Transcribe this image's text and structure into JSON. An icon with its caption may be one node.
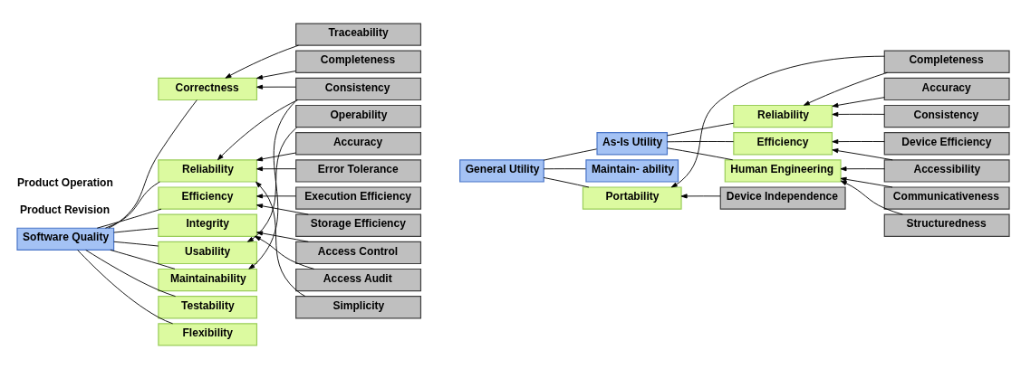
{
  "diagram": {
    "nodes": [
      {
        "text": [
          "Software Quality"
        ]
      },
      {
        "text": [
          "Correctness"
        ]
      },
      {
        "text": [
          "Reliability"
        ]
      },
      {
        "text": [
          "Efficiency"
        ]
      },
      {
        "text": [
          "Integrity"
        ]
      },
      {
        "text": [
          "Usability"
        ]
      },
      {
        "text": [
          "Maintainability"
        ]
      },
      {
        "text": [
          "Testability"
        ]
      },
      {
        "text": [
          "Flexibility"
        ]
      },
      {
        "text": [
          "Traceability"
        ]
      },
      {
        "text": [
          "Completeness"
        ]
      },
      {
        "text": [
          "Consistency"
        ]
      },
      {
        "text": [
          "Operability"
        ]
      },
      {
        "text": [
          "Accuracy"
        ]
      },
      {
        "text": [
          "Error Tolerance"
        ]
      },
      {
        "text": [
          "Execution Efficiency"
        ]
      },
      {
        "text": [
          "Storage Efficiency"
        ]
      },
      {
        "text": [
          "Access Control"
        ]
      },
      {
        "text": [
          "Access Audit"
        ]
      },
      {
        "text": [
          "Simplicity"
        ]
      },
      {
        "text": [
          "General Utility"
        ]
      },
      {
        "text": [
          "As-Is Utility"
        ]
      },
      {
        "text": [
          "Maintain- ability"
        ]
      },
      {
        "text": [
          "Portability"
        ]
      },
      {
        "text": [
          "Reliability"
        ]
      },
      {
        "text": [
          "Efficiency"
        ]
      },
      {
        "text": [
          "Human Engineering"
        ]
      },
      {
        "text": [
          "Device Independence"
        ]
      },
      {
        "text": [
          "Completeness"
        ]
      },
      {
        "text": [
          "Accuracy"
        ]
      },
      {
        "text": [
          "Consistency"
        ]
      },
      {
        "text": [
          "Device Efficiency"
        ]
      },
      {
        "text": [
          "Accessibility"
        ]
      },
      {
        "text": [
          "Communicativeness"
        ]
      },
      {
        "text": [
          "Structuredness"
        ]
      }
    ],
    "edges": [
      {
        "from": 0,
        "to": 1,
        "arrow": "none"
      },
      {
        "from": 0,
        "to": 2,
        "arrow": "none"
      },
      {
        "from": 0,
        "to": 3,
        "arrow": "none"
      },
      {
        "from": 0,
        "to": 4,
        "arrow": "none"
      },
      {
        "from": 0,
        "to": 5,
        "arrow": "none"
      },
      {
        "from": 0,
        "to": 6,
        "arrow": "none"
      },
      {
        "from": 0,
        "to": 7,
        "arrow": "none"
      },
      {
        "from": 0,
        "to": 8,
        "arrow": "none"
      },
      {
        "from": 9,
        "to": 1,
        "arrow": "to"
      },
      {
        "from": 10,
        "to": 1,
        "arrow": "to"
      },
      {
        "from": 11,
        "to": 1,
        "arrow": "to"
      },
      {
        "from": 11,
        "to": 2,
        "arrow": "to"
      },
      {
        "from": 13,
        "to": 2,
        "arrow": "to"
      },
      {
        "from": 14,
        "to": 2,
        "arrow": "to"
      },
      {
        "from": 19,
        "to": 2,
        "arrow": "to"
      },
      {
        "from": 15,
        "to": 3,
        "arrow": "to"
      },
      {
        "from": 16,
        "to": 3,
        "arrow": "to"
      },
      {
        "from": 17,
        "to": 4,
        "arrow": "to"
      },
      {
        "from": 18,
        "to": 4,
        "arrow": "to"
      },
      {
        "from": 12,
        "to": 5,
        "arrow": "to"
      },
      {
        "from": 11,
        "to": 6,
        "arrow": "to"
      },
      {
        "from": 20,
        "to": 23,
        "arrow": "none"
      },
      {
        "from": 20,
        "to": 21,
        "arrow": "none"
      },
      {
        "from": 20,
        "to": 22,
        "arrow": "none"
      },
      {
        "from": 21,
        "to": 24,
        "arrow": "none"
      },
      {
        "from": 21,
        "to": 25,
        "arrow": "none"
      },
      {
        "from": 21,
        "to": 26,
        "arrow": "none"
      },
      {
        "from": 27,
        "to": 23,
        "arrow": "to"
      },
      {
        "from": 28,
        "to": 23,
        "arrow": "to"
      },
      {
        "from": 28,
        "to": 24,
        "arrow": "to"
      },
      {
        "from": 29,
        "to": 24,
        "arrow": "to"
      },
      {
        "from": 30,
        "to": 24,
        "arrow": "to"
      },
      {
        "from": 31,
        "to": 25,
        "arrow": "to"
      },
      {
        "from": 32,
        "to": 25,
        "arrow": "to"
      },
      {
        "from": 32,
        "to": 26,
        "arrow": "to"
      },
      {
        "from": 33,
        "to": 26,
        "arrow": "to"
      },
      {
        "from": 34,
        "to": 26,
        "arrow": "to"
      }
    ],
    "labels": [
      "Product Operation",
      "Product Revision"
    ]
  }
}
